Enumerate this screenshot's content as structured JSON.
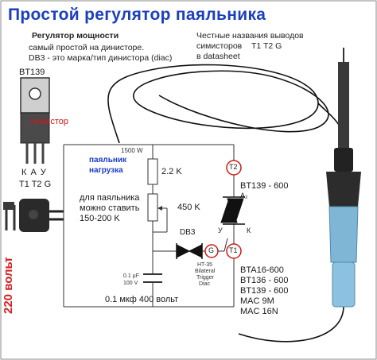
{
  "title": "Простой  регулятор паяльника",
  "subtitle_power": "Регулятор мощности",
  "note_dinistor_1": "самый простой на динисторе.",
  "note_dinistor_2": "DB3 - это марка/тип динистора (diac)",
  "note_pins_1": "Честные названия выводов",
  "note_pins_2": "симисторов",
  "note_pins_3": "T1 T2  G",
  "note_pins_4": "в datasheet",
  "part_bt139": "BT139",
  "simistor": "симистор",
  "pins_kau": "К А У",
  "pins_t1t2g": "T1 T2  G",
  "voltage_220": "220 вольт",
  "power_1500w": "1500 W",
  "load_label_1": "паяльник",
  "load_label_2": "нагрузка",
  "resistor_2k2": "2.2 K",
  "note_set_1": "для паяльника",
  "note_set_2": "можно ставить",
  "note_set_3": "150-200 K",
  "pot_450k": "450 K",
  "db3": "DB3",
  "ht35_1": "HT-35",
  "ht35_2": "Bilateral",
  "ht35_3": "Trigger",
  "ht35_4": "Diac",
  "cap_small_1": "0.1 μF",
  "cap_small_2": "100 V",
  "cap_label": "0.1 мкф 400 вольт",
  "pin_t2": "T2",
  "pin_t1": "T1",
  "pin_g": "G",
  "triac_label": "BT139 - 600",
  "triac_a": "A₂",
  "triac_y": "У",
  "triac_k": "К",
  "alternatives": [
    "BTA16-600",
    "BT136 - 600",
    "BT139 - 600",
    "MAC 9M",
    "MAC 16N"
  ],
  "colors": {
    "title": "#1c3fbf",
    "accent_red": "#d42020",
    "pin_circle": "#d01818",
    "iron_blue": "#7fb6d6",
    "iron_dark": "#2a2a2a"
  }
}
